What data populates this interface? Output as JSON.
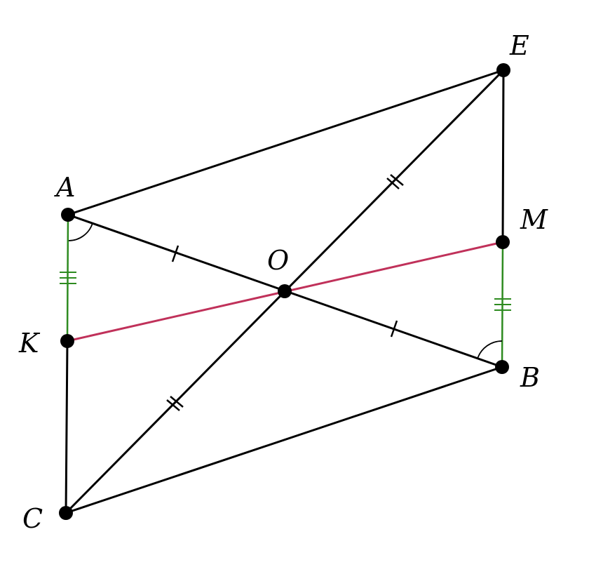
{
  "points": [
    {
      "name": "A",
      "label": "A"
    },
    {
      "name": "E",
      "label": "E"
    },
    {
      "name": "M",
      "label": "M"
    },
    {
      "name": "O",
      "label": "O"
    },
    {
      "name": "K",
      "label": "K"
    },
    {
      "name": "B",
      "label": "B"
    },
    {
      "name": "C",
      "label": "C"
    }
  ],
  "segments": [
    "AE",
    "EM",
    "AB",
    "EC",
    "KC",
    "CB",
    "AK",
    "MB",
    "KM"
  ],
  "tick_marks": {
    "AO": 1,
    "OB": 1,
    "EO": 2,
    "OC": 2,
    "AK": 3,
    "MB": 3
  },
  "equal_angles": [
    "KAB",
    "MBA"
  ],
  "colors": {
    "main": "#000000",
    "green": "#2e8b20",
    "red": "#c0315a"
  }
}
